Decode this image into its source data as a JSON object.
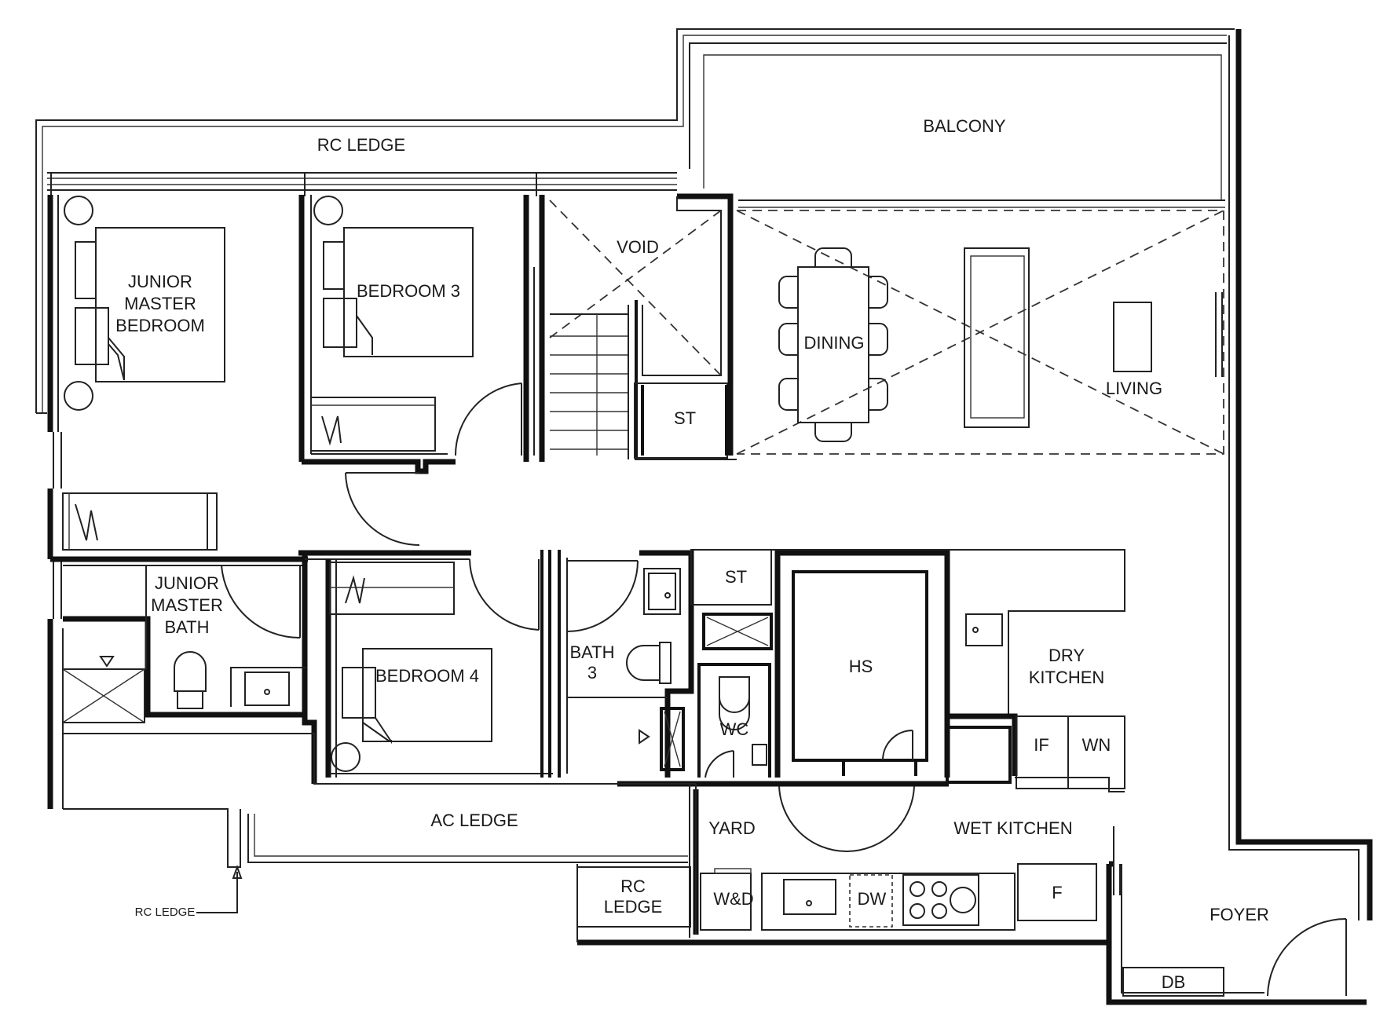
{
  "labels": {
    "rc_ledge_top": "RC LEDGE",
    "balcony": "BALCONY",
    "jmb_line1": "JUNIOR",
    "jmb_line2": "MASTER",
    "jmb_line3": "BEDROOM",
    "bedroom3": "BEDROOM 3",
    "void": "VOID",
    "dining": "DINING",
    "living": "LIVING",
    "st_upper": "ST",
    "jmbath_line1": "JUNIOR",
    "jmbath_line2": "MASTER",
    "jmbath_line3": "BATH",
    "bedroom4": "BEDROOM 4",
    "bath3_line1": "BATH",
    "bath3_line2": "3",
    "st_lower": "ST",
    "hs": "HS",
    "wc": "WC",
    "dry_kitchen_line1": "DRY",
    "dry_kitchen_line2": "KITCHEN",
    "if": "IF",
    "wn": "WN",
    "ac_ledge": "AC LEDGE",
    "yard": "YARD",
    "wet_kitchen": "WET KITCHEN",
    "rc_ledge_bottom_line1": "RC",
    "rc_ledge_bottom_line2": "LEDGE",
    "rc_ledge_callout": "RC LEDGE",
    "wd": "W&D",
    "dw": "DW",
    "f": "F",
    "foyer": "FOYER",
    "db": "DB"
  },
  "colors": {
    "wall": "#111111",
    "background": "#ffffff"
  }
}
